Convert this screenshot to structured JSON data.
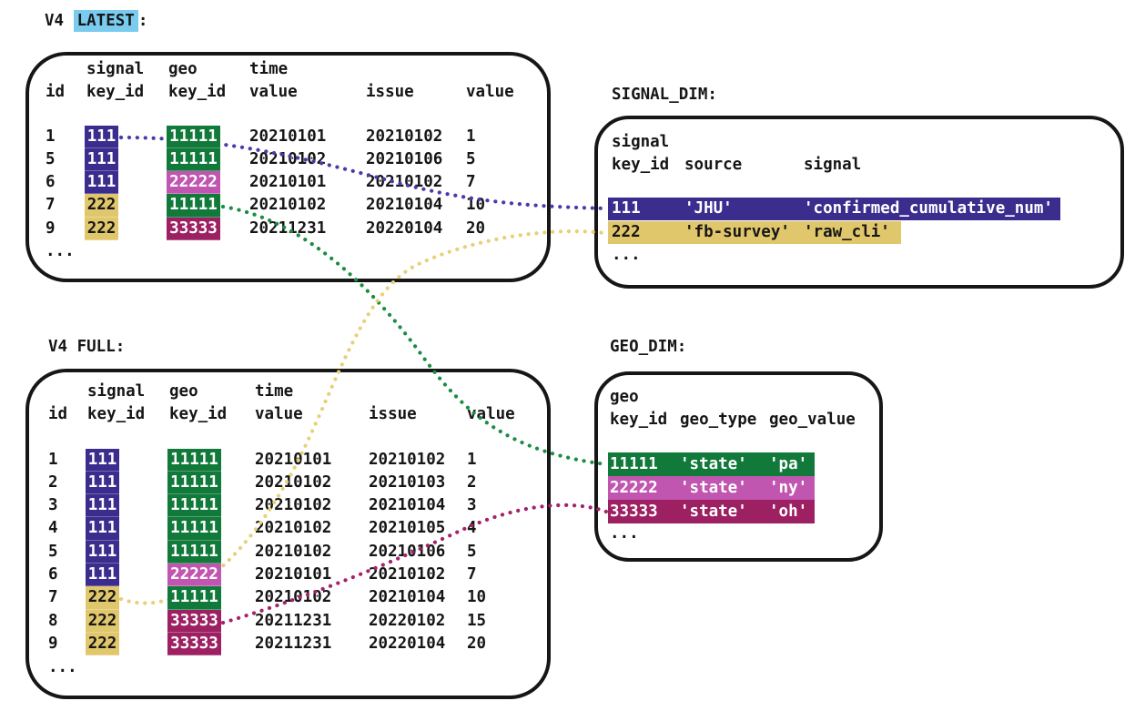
{
  "palette": {
    "indigo": "#3a2d8e",
    "green": "#11793a",
    "sand": "#e1c76c",
    "pink": "#c156b1",
    "wine": "#9c2062",
    "cyan_highlight": "#79ccef",
    "ink": "#161616",
    "dot_indigo": "#473caa",
    "dot_green": "#1a8c43",
    "dot_sand": "#e7d077",
    "dot_wine": "#a3226b"
  },
  "v4_latest": {
    "title_prefix": "V4 ",
    "title_highlight": "LATEST",
    "title_suffix": ":",
    "col_headers": {
      "id": "id",
      "signal_top": "signal",
      "signal_bottom": "key_id",
      "geo_top": "geo",
      "geo_bottom": "key_id",
      "time_top": "time",
      "time_bottom": "value",
      "issue": "issue",
      "value": "value"
    },
    "rows": [
      {
        "id": "1",
        "signal_key": "111",
        "signal_color": "indigo",
        "geo_key": "11111",
        "geo_color": "green",
        "time_value": "20210101",
        "issue": "20210102",
        "value": "1"
      },
      {
        "id": "5",
        "signal_key": "111",
        "signal_color": "indigo",
        "geo_key": "11111",
        "geo_color": "green",
        "time_value": "20210102",
        "issue": "20210106",
        "value": "5"
      },
      {
        "id": "6",
        "signal_key": "111",
        "signal_color": "indigo",
        "geo_key": "22222",
        "geo_color": "pink",
        "time_value": "20210101",
        "issue": "20210102",
        "value": "7"
      },
      {
        "id": "7",
        "signal_key": "222",
        "signal_color": "sand",
        "geo_key": "11111",
        "geo_color": "green",
        "time_value": "20210102",
        "issue": "20210104",
        "value": "10"
      },
      {
        "id": "9",
        "signal_key": "222",
        "signal_color": "sand",
        "geo_key": "33333",
        "geo_color": "wine",
        "time_value": "20211231",
        "issue": "20220104",
        "value": "20"
      }
    ],
    "ellipsis": "..."
  },
  "v4_full": {
    "title": "V4 FULL:",
    "col_headers": {
      "id": "id",
      "signal_top": "signal",
      "signal_bottom": "key_id",
      "geo_top": "geo",
      "geo_bottom": "key_id",
      "time_top": "time",
      "time_bottom": "value",
      "issue": "issue",
      "value": "value"
    },
    "rows": [
      {
        "id": "1",
        "signal_key": "111",
        "signal_color": "indigo",
        "geo_key": "11111",
        "geo_color": "green",
        "time_value": "20210101",
        "issue": "20210102",
        "value": "1"
      },
      {
        "id": "2",
        "signal_key": "111",
        "signal_color": "indigo",
        "geo_key": "11111",
        "geo_color": "green",
        "time_value": "20210102",
        "issue": "20210103",
        "value": "2"
      },
      {
        "id": "3",
        "signal_key": "111",
        "signal_color": "indigo",
        "geo_key": "11111",
        "geo_color": "green",
        "time_value": "20210102",
        "issue": "20210104",
        "value": "3"
      },
      {
        "id": "4",
        "signal_key": "111",
        "signal_color": "indigo",
        "geo_key": "11111",
        "geo_color": "green",
        "time_value": "20210102",
        "issue": "20210105",
        "value": "4"
      },
      {
        "id": "5",
        "signal_key": "111",
        "signal_color": "indigo",
        "geo_key": "11111",
        "geo_color": "green",
        "time_value": "20210102",
        "issue": "20210106",
        "value": "5"
      },
      {
        "id": "6",
        "signal_key": "111",
        "signal_color": "indigo",
        "geo_key": "22222",
        "geo_color": "pink",
        "time_value": "20210101",
        "issue": "20210102",
        "value": "7"
      },
      {
        "id": "7",
        "signal_key": "222",
        "signal_color": "sand",
        "geo_key": "11111",
        "geo_color": "green",
        "time_value": "20210102",
        "issue": "20210104",
        "value": "10"
      },
      {
        "id": "8",
        "signal_key": "222",
        "signal_color": "sand",
        "geo_key": "33333",
        "geo_color": "wine",
        "time_value": "20211231",
        "issue": "20220102",
        "value": "15"
      },
      {
        "id": "9",
        "signal_key": "222",
        "signal_color": "sand",
        "geo_key": "33333",
        "geo_color": "wine",
        "time_value": "20211231",
        "issue": "20220104",
        "value": "20"
      }
    ],
    "ellipsis": "..."
  },
  "signal_dim": {
    "title": "SIGNAL_DIM:",
    "col_headers": {
      "key_top": "signal",
      "key_bottom": "key_id",
      "source": "source",
      "signal": "signal"
    },
    "rows": [
      {
        "signal_key": "111",
        "source": "'JHU'",
        "signal": "'confirmed_cumulative_num'",
        "color": "indigo"
      },
      {
        "signal_key": "222",
        "source": "'fb-survey'",
        "signal": "'raw_cli'",
        "color": "sand"
      }
    ],
    "ellipsis": "..."
  },
  "geo_dim": {
    "title": "GEO_DIM:",
    "col_headers": {
      "key_top": "geo",
      "key_bottom": "key_id",
      "type": "geo_type",
      "value": "geo_value"
    },
    "rows": [
      {
        "geo_key": "11111",
        "geo_type": "'state'",
        "geo_value": "'pa'",
        "color": "green"
      },
      {
        "geo_key": "22222",
        "geo_type": "'state'",
        "geo_value": "'ny'",
        "color": "pink"
      },
      {
        "geo_key": "33333",
        "geo_type": "'state'",
        "geo_value": "'oh'",
        "color": "wine"
      }
    ],
    "ellipsis": "..."
  },
  "connectors": [
    {
      "name": "connector-signal-111",
      "color": "dot_indigo",
      "from": "v4_latest row id 1 signal key_id 111",
      "to": "signal_dim row 111"
    },
    {
      "name": "connector-geo-11111",
      "color": "dot_green",
      "from": "v4_latest row id 7 geo key_id 11111",
      "to": "geo_dim row 11111"
    },
    {
      "name": "connector-signal-222",
      "color": "dot_sand",
      "from": "v4_full row id 7 signal key_id 222",
      "to": "signal_dim row 222"
    },
    {
      "name": "connector-geo-33333",
      "color": "dot_wine",
      "from": "v4_full row id 8 geo key_id 33333",
      "to": "geo_dim row 33333"
    }
  ]
}
